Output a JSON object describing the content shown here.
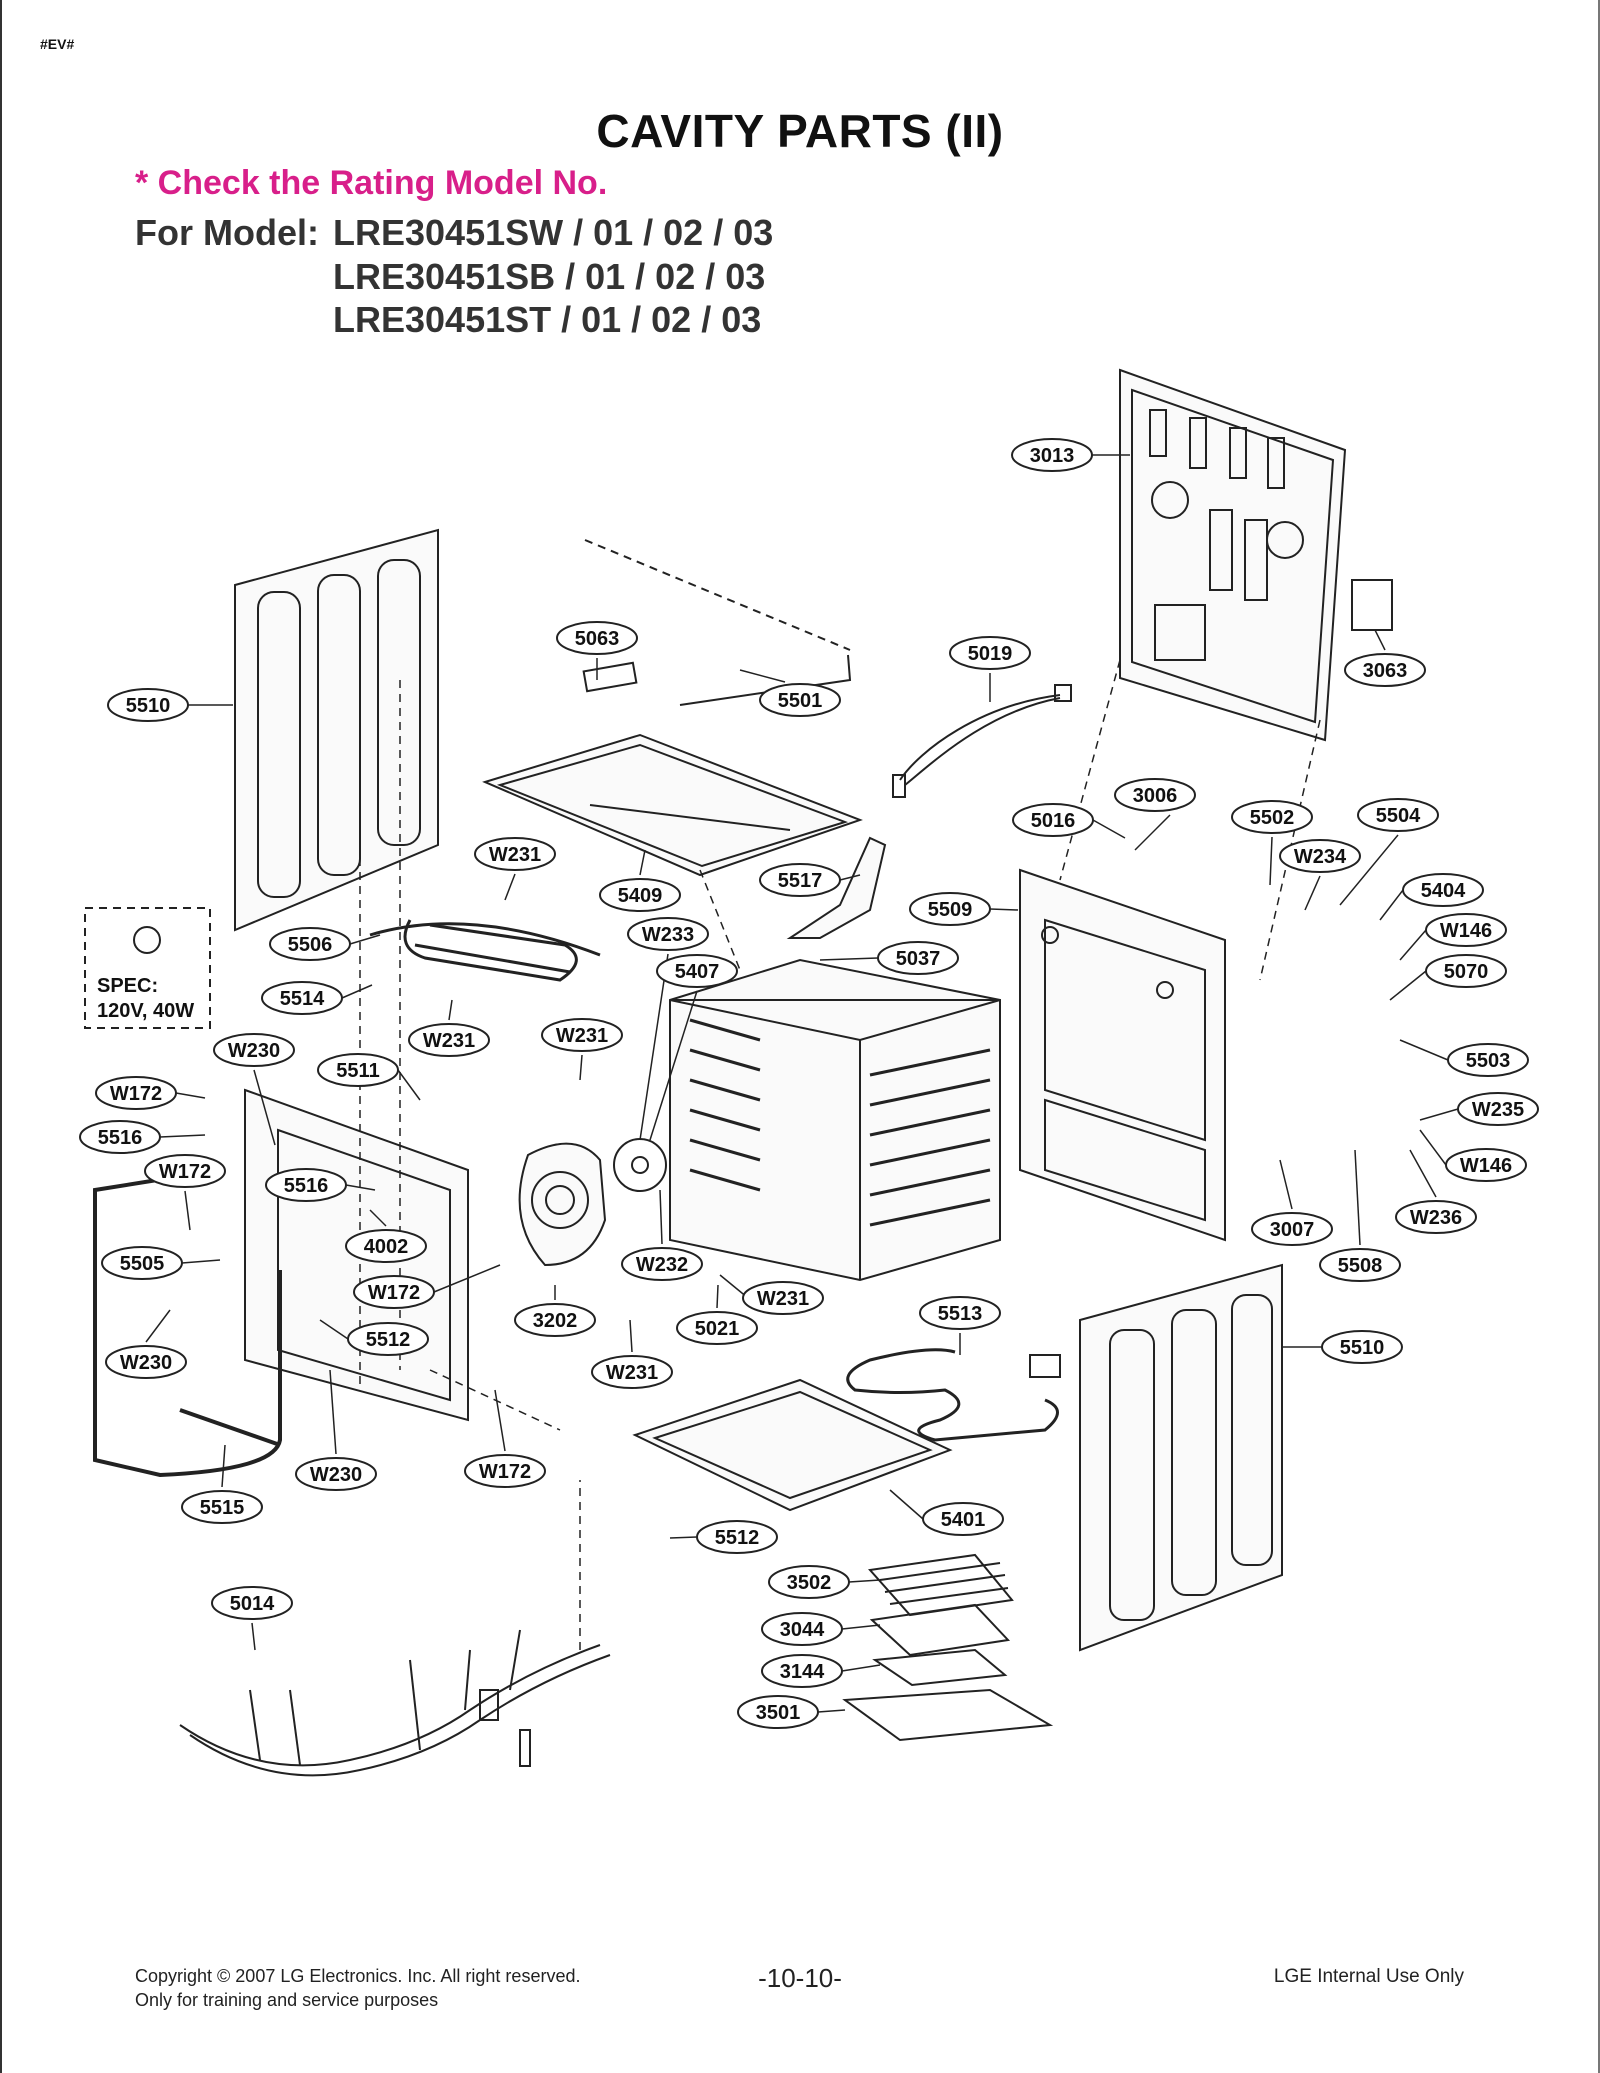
{
  "header": {
    "tag": "#EV#",
    "title": "CAVITY PARTS (II)",
    "check_note": "* Check the Rating Model No.",
    "model_label": "For Model:",
    "models": [
      "LRE30451SW / 01 / 02 / 03",
      "LRE30451SB / 01 / 02 / 03",
      "LRE30451ST / 01 / 02 / 03"
    ]
  },
  "spec": {
    "line1": "SPEC:",
    "line2": "120V, 40W"
  },
  "callouts": [
    "3013",
    "3063",
    "5063",
    "5019",
    "5501",
    "5510",
    "3006",
    "5016",
    "5502",
    "5504",
    "W231",
    "5409",
    "5517",
    "W234",
    "5404",
    "5509",
    "W146",
    "5506",
    "W233",
    "5037",
    "5070",
    "5407",
    "5514",
    "W231",
    "W231",
    "5503",
    "W230",
    "5511",
    "W172",
    "W235",
    "5516",
    "W146",
    "W172",
    "5516",
    "W236",
    "3007",
    "4002",
    "5508",
    "5505",
    "W232",
    "W172",
    "W231",
    "5512",
    "5021",
    "3202",
    "5513",
    "W230",
    "W231",
    "5510",
    "W230",
    "W172",
    "5515",
    "5401",
    "5512",
    "5014",
    "3502",
    "3044",
    "3144",
    "3501"
  ],
  "footer": {
    "copyright": "Copyright © 2007 LG Electronics. Inc. All right reserved.",
    "training": "Only for training and service purposes",
    "page": "-10-10-",
    "internal": "LGE Internal Use Only"
  }
}
